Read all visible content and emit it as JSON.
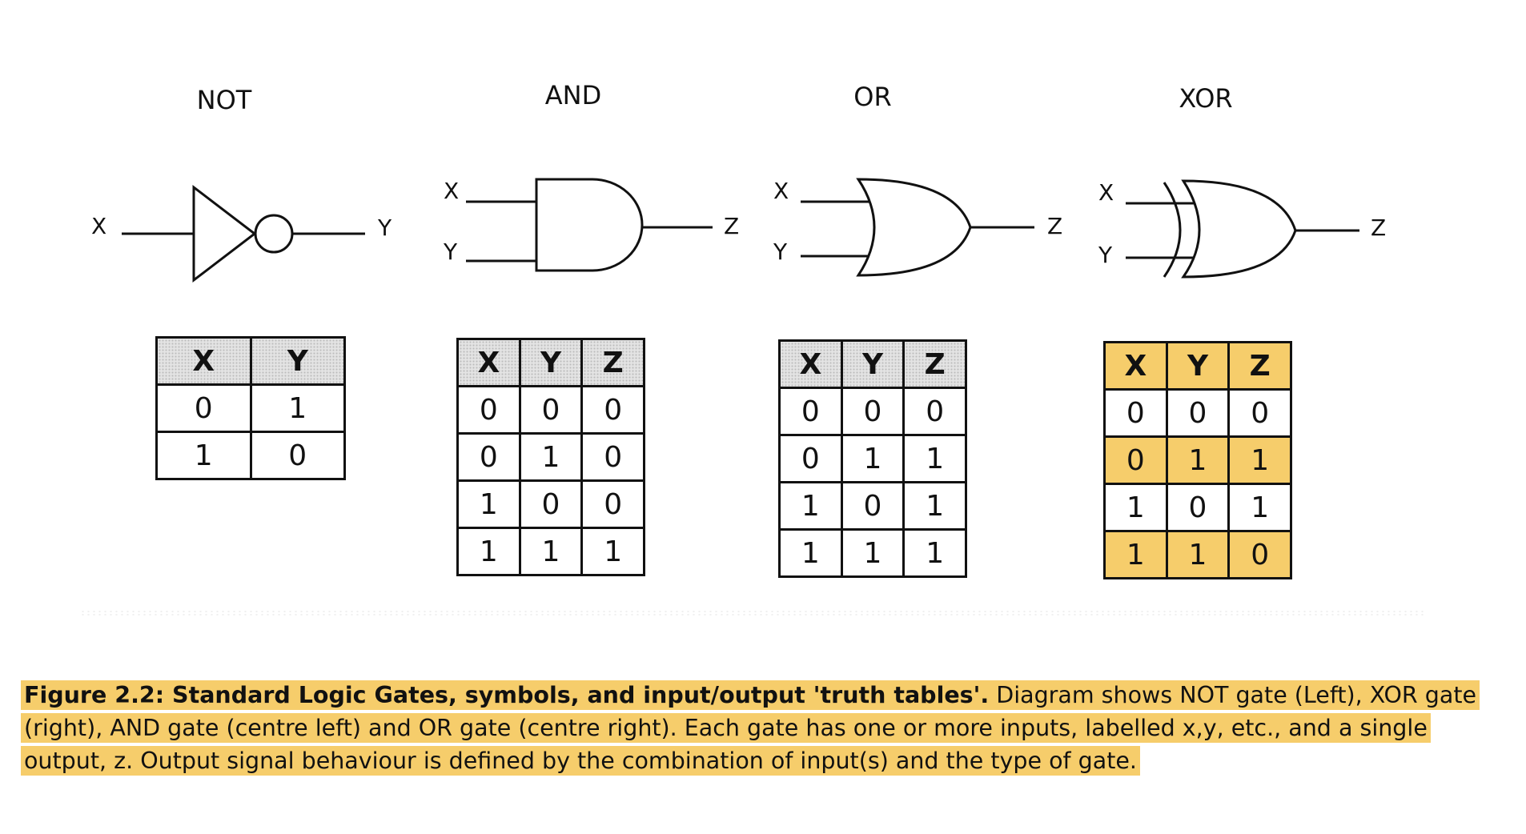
{
  "gates": {
    "not": {
      "title": "NOT",
      "inputs": [
        "X"
      ],
      "output": "Y",
      "table": {
        "headers": [
          "X",
          "Y"
        ],
        "rows": [
          [
            "0",
            "1"
          ],
          [
            "1",
            "0"
          ]
        ]
      }
    },
    "and": {
      "title": "AND",
      "inputs": [
        "X",
        "Y"
      ],
      "output": "Z",
      "table": {
        "headers": [
          "X",
          "Y",
          "Z"
        ],
        "rows": [
          [
            "0",
            "0",
            "0"
          ],
          [
            "0",
            "1",
            "0"
          ],
          [
            "1",
            "0",
            "0"
          ],
          [
            "1",
            "1",
            "1"
          ]
        ]
      }
    },
    "or": {
      "title": "OR",
      "inputs": [
        "X",
        "Y"
      ],
      "output": "Z",
      "table": {
        "headers": [
          "X",
          "Y",
          "Z"
        ],
        "rows": [
          [
            "0",
            "0",
            "0"
          ],
          [
            "0",
            "1",
            "1"
          ],
          [
            "1",
            "0",
            "1"
          ],
          [
            "1",
            "1",
            "1"
          ]
        ]
      }
    },
    "xor": {
      "title": "XOR",
      "inputs": [
        "X",
        "Y"
      ],
      "output": "Z",
      "table": {
        "headers": [
          "X",
          "Y",
          "Z"
        ],
        "rows": [
          [
            "0",
            "0",
            "0"
          ],
          [
            "0",
            "1",
            "1"
          ],
          [
            "1",
            "0",
            "1"
          ],
          [
            "1",
            "1",
            "0"
          ]
        ]
      }
    }
  },
  "caption": {
    "label": "Figure 2.2: Standard Logic Gates, symbols, and input/output 'truth tables'.",
    "text": " Diagram shows NOT gate (Left), XOR gate (right), AND gate (centre left) and OR gate (centre right). Each gate has one or more inputs, labelled x,y, etc., and a single output, z. Output signal behaviour is defined by the combination of input(s) and the type of gate."
  },
  "colors": {
    "highlight": "#f6cd6b",
    "ink": "#111111",
    "header_fill": "#e4e4e4"
  }
}
